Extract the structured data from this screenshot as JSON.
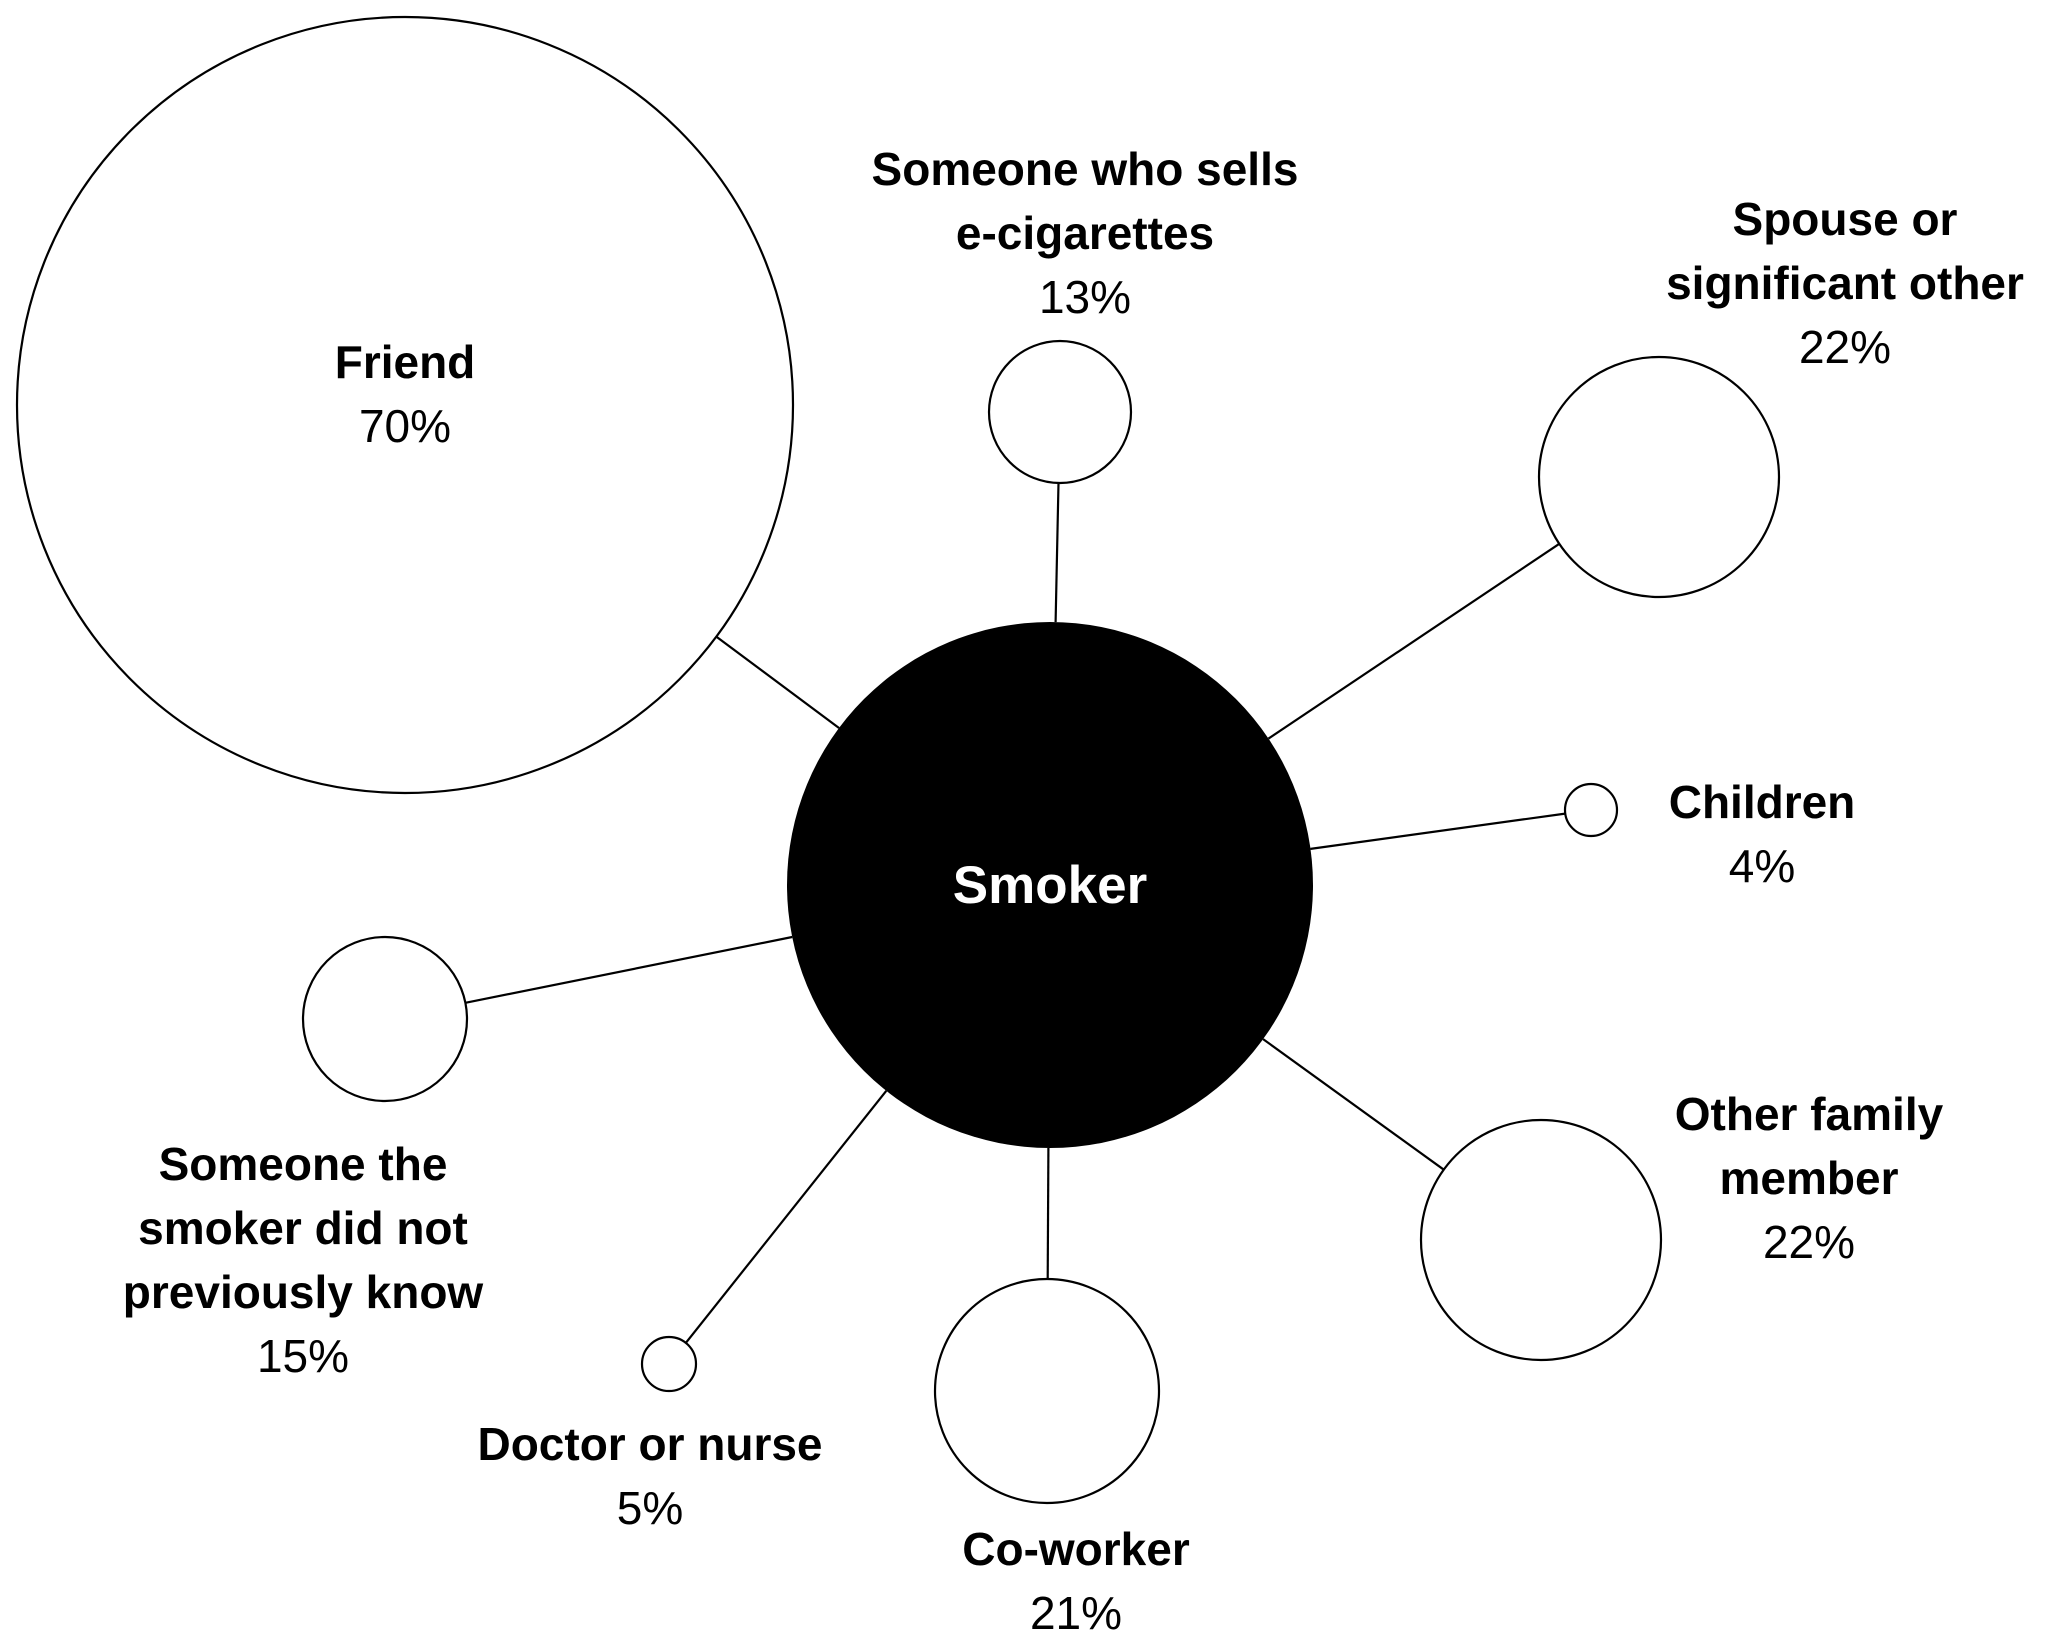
{
  "center": {
    "label": "Smoker",
    "fill": "#000000",
    "text_color": "#ffffff"
  },
  "nodes": [
    {
      "key": "friend",
      "lines": [
        "Friend"
      ],
      "pct": "70%",
      "value": 70
    },
    {
      "key": "seller",
      "lines": [
        "Someone who sells",
        "e-cigarettes"
      ],
      "pct": "13%",
      "value": 13
    },
    {
      "key": "spouse",
      "lines": [
        "Spouse or",
        "significant other"
      ],
      "pct": "22%",
      "value": 22
    },
    {
      "key": "children",
      "lines": [
        "Children"
      ],
      "pct": "4%",
      "value": 4
    },
    {
      "key": "other-family",
      "lines": [
        "Other family",
        "member"
      ],
      "pct": "22%",
      "value": 22
    },
    {
      "key": "coworker",
      "lines": [
        "Co-worker"
      ],
      "pct": "21%",
      "value": 21
    },
    {
      "key": "doctor",
      "lines": [
        "Doctor or nurse"
      ],
      "pct": "5%",
      "value": 5
    },
    {
      "key": "stranger",
      "lines": [
        "Someone the",
        "smoker did not",
        "previously know"
      ],
      "pct": "15%",
      "value": 15
    }
  ]
}
